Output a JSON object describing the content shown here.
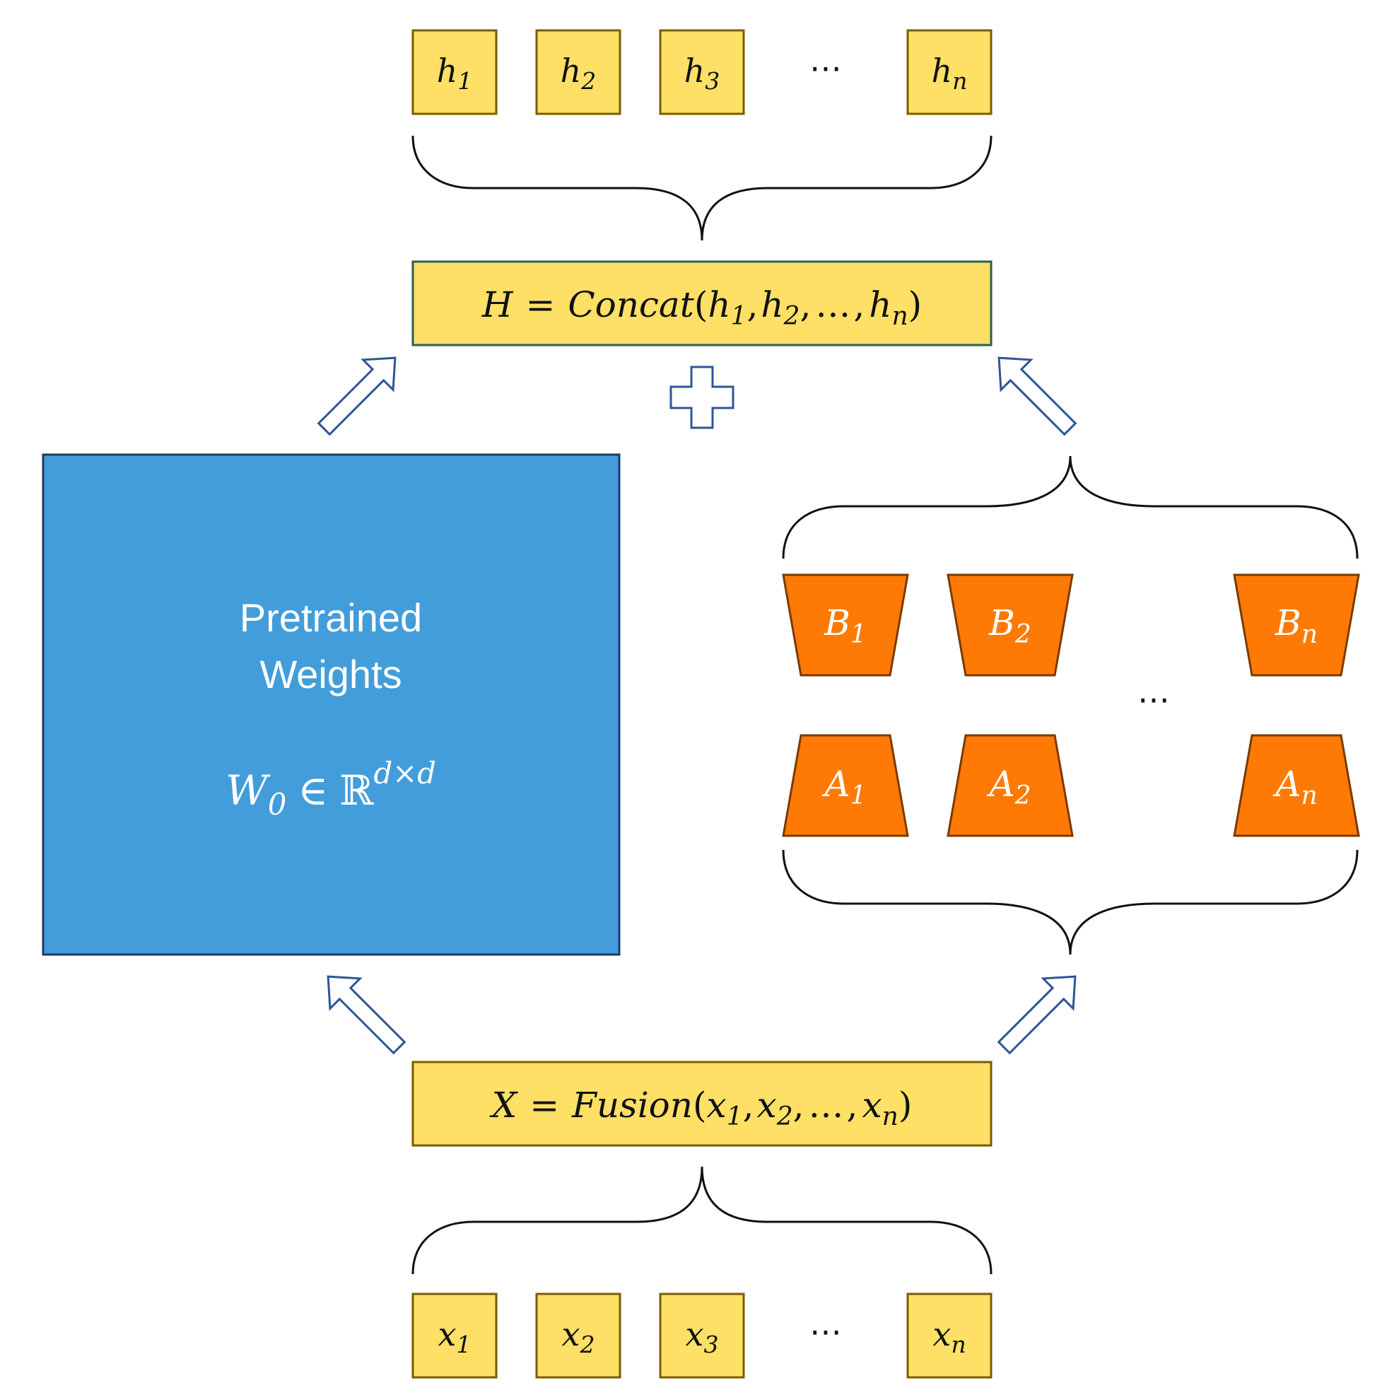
{
  "top_outputs": [
    {
      "base": "h",
      "sub": "1"
    },
    {
      "base": "h",
      "sub": "2"
    },
    {
      "base": "h",
      "sub": "3"
    },
    {
      "base": "h",
      "sub": "n"
    }
  ],
  "top_ellipsis": "⋯",
  "concat_box": {
    "lhs": "H",
    "eq": "=",
    "func": "Concat",
    "open": "(",
    "a": "h",
    "a_sub": "1",
    "comma1": ",",
    "b": "h",
    "b_sub": "2",
    "comma2": ",",
    "mid": "…",
    "comma3": ",",
    "c": "h",
    "c_sub": "n",
    "close": ")"
  },
  "plus_symbol": "plus-icon",
  "pretrained": {
    "line1": "Pretrained",
    "line2": "Weights",
    "w": "W",
    "w_sub": "0",
    "in": "∈",
    "reals": "ℝ",
    "exp": "d×d"
  },
  "adapters": {
    "b_modules": [
      {
        "base": "B",
        "sub": "1"
      },
      {
        "base": "B",
        "sub": "2"
      },
      {
        "base": "B",
        "sub": "n"
      }
    ],
    "a_modules": [
      {
        "base": "A",
        "sub": "1"
      },
      {
        "base": "A",
        "sub": "2"
      },
      {
        "base": "A",
        "sub": "n"
      }
    ],
    "ellipsis": "⋯"
  },
  "fusion_box": {
    "lhs": "X",
    "eq": "=",
    "func": "Fusion",
    "open": "(",
    "a": "x",
    "a_sub": "1",
    "comma1": ",",
    "b": "x",
    "b_sub": "2",
    "comma2": ",",
    "mid": "…",
    "comma3": ",",
    "c": "x",
    "c_sub": "n",
    "close": ")"
  },
  "bottom_inputs": [
    {
      "base": "x",
      "sub": "1"
    },
    {
      "base": "x",
      "sub": "2"
    },
    {
      "base": "x",
      "sub": "3"
    },
    {
      "base": "x",
      "sub": "n"
    }
  ],
  "bottom_ellipsis": "⋯",
  "colors": {
    "yellow_fill": "#FFE066",
    "yellow_border": "#7A5C00",
    "concat_border": "#2E5E4E",
    "blue_fill": "#429DDA",
    "blue_border": "#1F3864",
    "orange_fill": "#FF7A05",
    "orange_border": "#7A3A00",
    "arrow_border": "#2F5597",
    "brace": "#111111"
  }
}
